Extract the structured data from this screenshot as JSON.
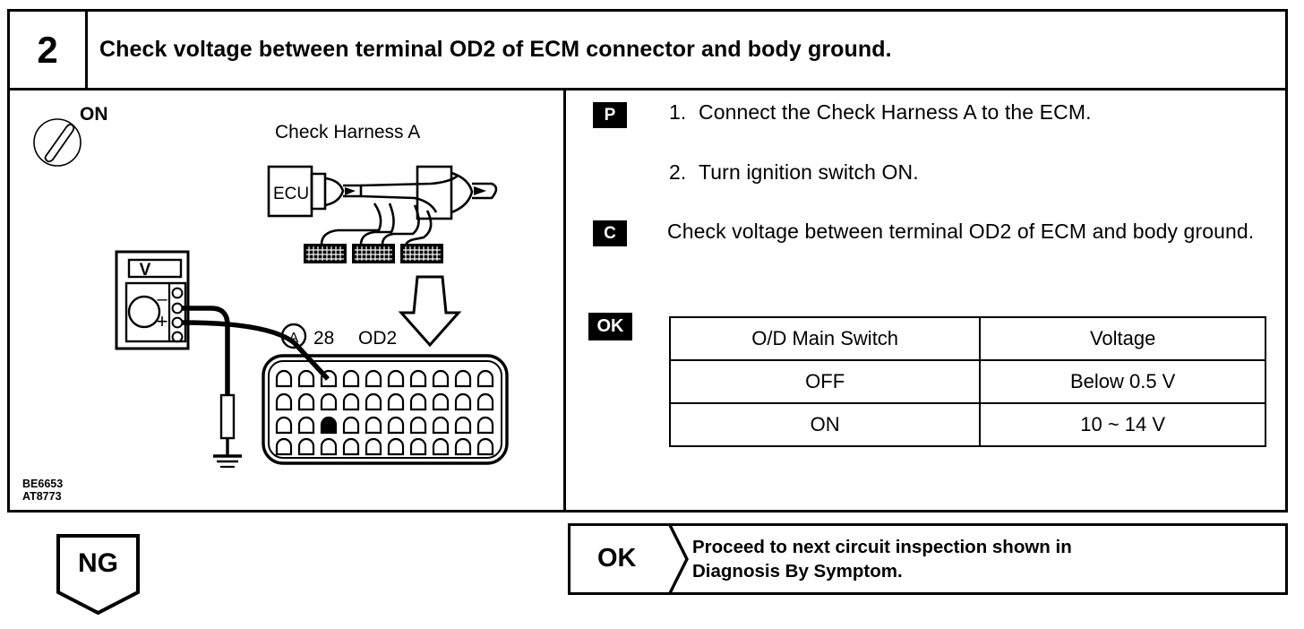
{
  "header": {
    "step_number": "2",
    "title": "Check voltage between terminal OD2 of ECM connector and body ground."
  },
  "figure": {
    "ignition_label": "ON",
    "harness_title": "Check Harness A",
    "ecu_label": "ECU",
    "meter_label": "V",
    "meter_minus": "–",
    "meter_plus": "+",
    "callout_circle": "A",
    "pin_number": "28",
    "pin_name": "OD2",
    "code_line1": "BE6653",
    "code_line2": "AT8773",
    "icons": {
      "ignition": "ignition-key-icon",
      "arrow": "down-arrow-icon",
      "ground": "ground-symbol-icon"
    }
  },
  "procedure": {
    "badge_p": "P",
    "badge_c": "C",
    "badge_ok": "OK",
    "steps": [
      {
        "number": "1.",
        "text": "Connect the Check Harness A to the ECM."
      },
      {
        "number": "2.",
        "text": "Turn ignition switch ON."
      }
    ],
    "check_text": "Check voltage between terminal OD2 of ECM and body ground."
  },
  "spec_table": {
    "headers": [
      "O/D Main Switch",
      "Voltage"
    ],
    "rows": [
      [
        "OFF",
        "Below 0.5 V"
      ],
      [
        "ON",
        "10 ~ 14 V"
      ]
    ]
  },
  "result": {
    "ng_label": "NG",
    "ok_label": "OK",
    "ok_message_line1": "Proceed to next circuit inspection shown in",
    "ok_message_line2": "Diagnosis By Symptom."
  },
  "colors": {
    "ink": "#000000",
    "paper": "#ffffff"
  }
}
